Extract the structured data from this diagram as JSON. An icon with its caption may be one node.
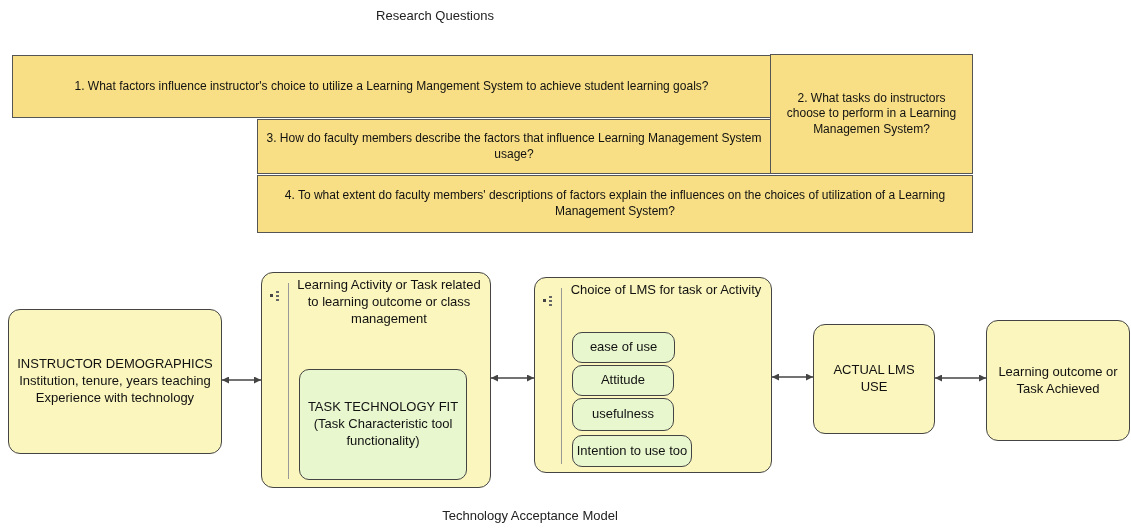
{
  "diagram": {
    "title": "Research Questions",
    "caption": "Technology Acceptance Model",
    "nodes": [
      {
        "text": [
          "1.  What factors influence instructor's choice to utilize a Learning Mangement System to achieve student learning goals?"
        ]
      },
      {
        "text": [
          "2. What tasks do instructors choose to perform in a Learning Managemen System?"
        ]
      },
      {
        "text": [
          "3.  How do faculty members describe the factors that influence Learning Management System usage?"
        ]
      },
      {
        "text": [
          "4.  To what extent do faculty members' descriptions of factors explain the influences on the choices of utilization of a Learning Management System?"
        ]
      },
      {
        "text": [
          "INSTRUCTOR DEMOGRAPHICS",
          "Institution, tenure, years teaching",
          "Experience with technology"
        ]
      },
      {
        "text": [
          "Learning Activity or Task related to learning outcome or class management"
        ]
      },
      {
        "text": [
          "TASK TECHNOLOGY FIT",
          "(Task Characteristic tool functionality)"
        ],
        "in": 5
      },
      {
        "text": [
          "Choice of LMS for task or Activity"
        ]
      },
      {
        "text": [
          "ease of use"
        ],
        "in": 7
      },
      {
        "text": [
          "Attitude"
        ],
        "in": 7
      },
      {
        "text": [
          "usefulness"
        ],
        "in": 7
      },
      {
        "text": [
          "Intention to use too"
        ],
        "in": 7
      },
      {
        "text": [
          "ACTUAL LMS USE"
        ]
      },
      {
        "text": [
          "Learning outcome or Task Achieved"
        ]
      }
    ],
    "edges": [
      {
        "from": 4,
        "to": 5,
        "arrow": "both"
      },
      {
        "from": 5,
        "to": 7,
        "arrow": "both"
      },
      {
        "from": 7,
        "to": 12,
        "arrow": "both"
      },
      {
        "from": 12,
        "to": 13,
        "arrow": "both"
      }
    ]
  }
}
